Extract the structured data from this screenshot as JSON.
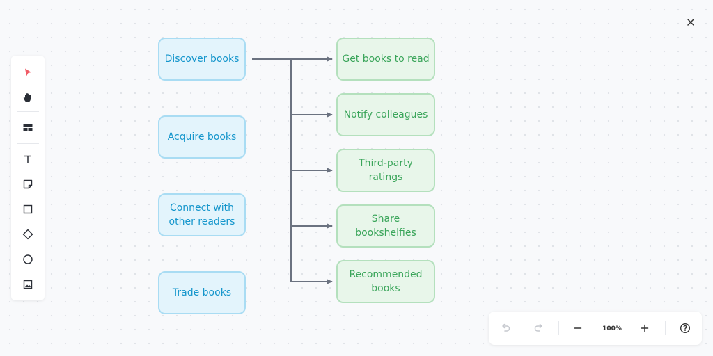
{
  "toolbar": {
    "tools": [
      {
        "name": "select",
        "icon": "cursor-icon",
        "active": true
      },
      {
        "name": "hand",
        "icon": "hand-icon"
      },
      {
        "name": "table",
        "icon": "table-icon"
      },
      {
        "name": "text",
        "icon": "text-icon"
      },
      {
        "name": "sticky-note",
        "icon": "sticky-note-icon"
      },
      {
        "name": "rectangle",
        "icon": "rectangle-icon"
      },
      {
        "name": "diamond",
        "icon": "diamond-icon"
      },
      {
        "name": "ellipse",
        "icon": "ellipse-icon"
      },
      {
        "name": "image",
        "icon": "image-icon"
      }
    ],
    "accent_color": "#f05b66"
  },
  "diagram": {
    "left_nodes": [
      {
        "label": "Discover books"
      },
      {
        "label": "Acquire books"
      },
      {
        "label": "Connect with other readers"
      },
      {
        "label": "Trade books"
      }
    ],
    "right_nodes": [
      {
        "label": "Get books to read"
      },
      {
        "label": "Notify colleagues"
      },
      {
        "label": "Third-party ratings"
      },
      {
        "label": "Share bookshelfies"
      },
      {
        "label": "Recommended books"
      }
    ],
    "connector": {
      "from": 0,
      "to": [
        0,
        1,
        2,
        3,
        4
      ],
      "color": "#6b7280"
    },
    "colors": {
      "left_fill": "#e3f4fc",
      "left_border": "#a9dcf3",
      "left_text": "#1596cc",
      "right_fill": "#e8f6ea",
      "right_border": "#b4e0bd",
      "right_text": "#3aa55a"
    }
  },
  "bottom_bar": {
    "zoom_level": "100%",
    "undo_icon": "undo-icon",
    "redo_icon": "redo-icon",
    "zoom_out_icon": "minus-icon",
    "zoom_in_icon": "plus-icon",
    "help_icon": "help-icon"
  },
  "close_icon": "close-icon"
}
